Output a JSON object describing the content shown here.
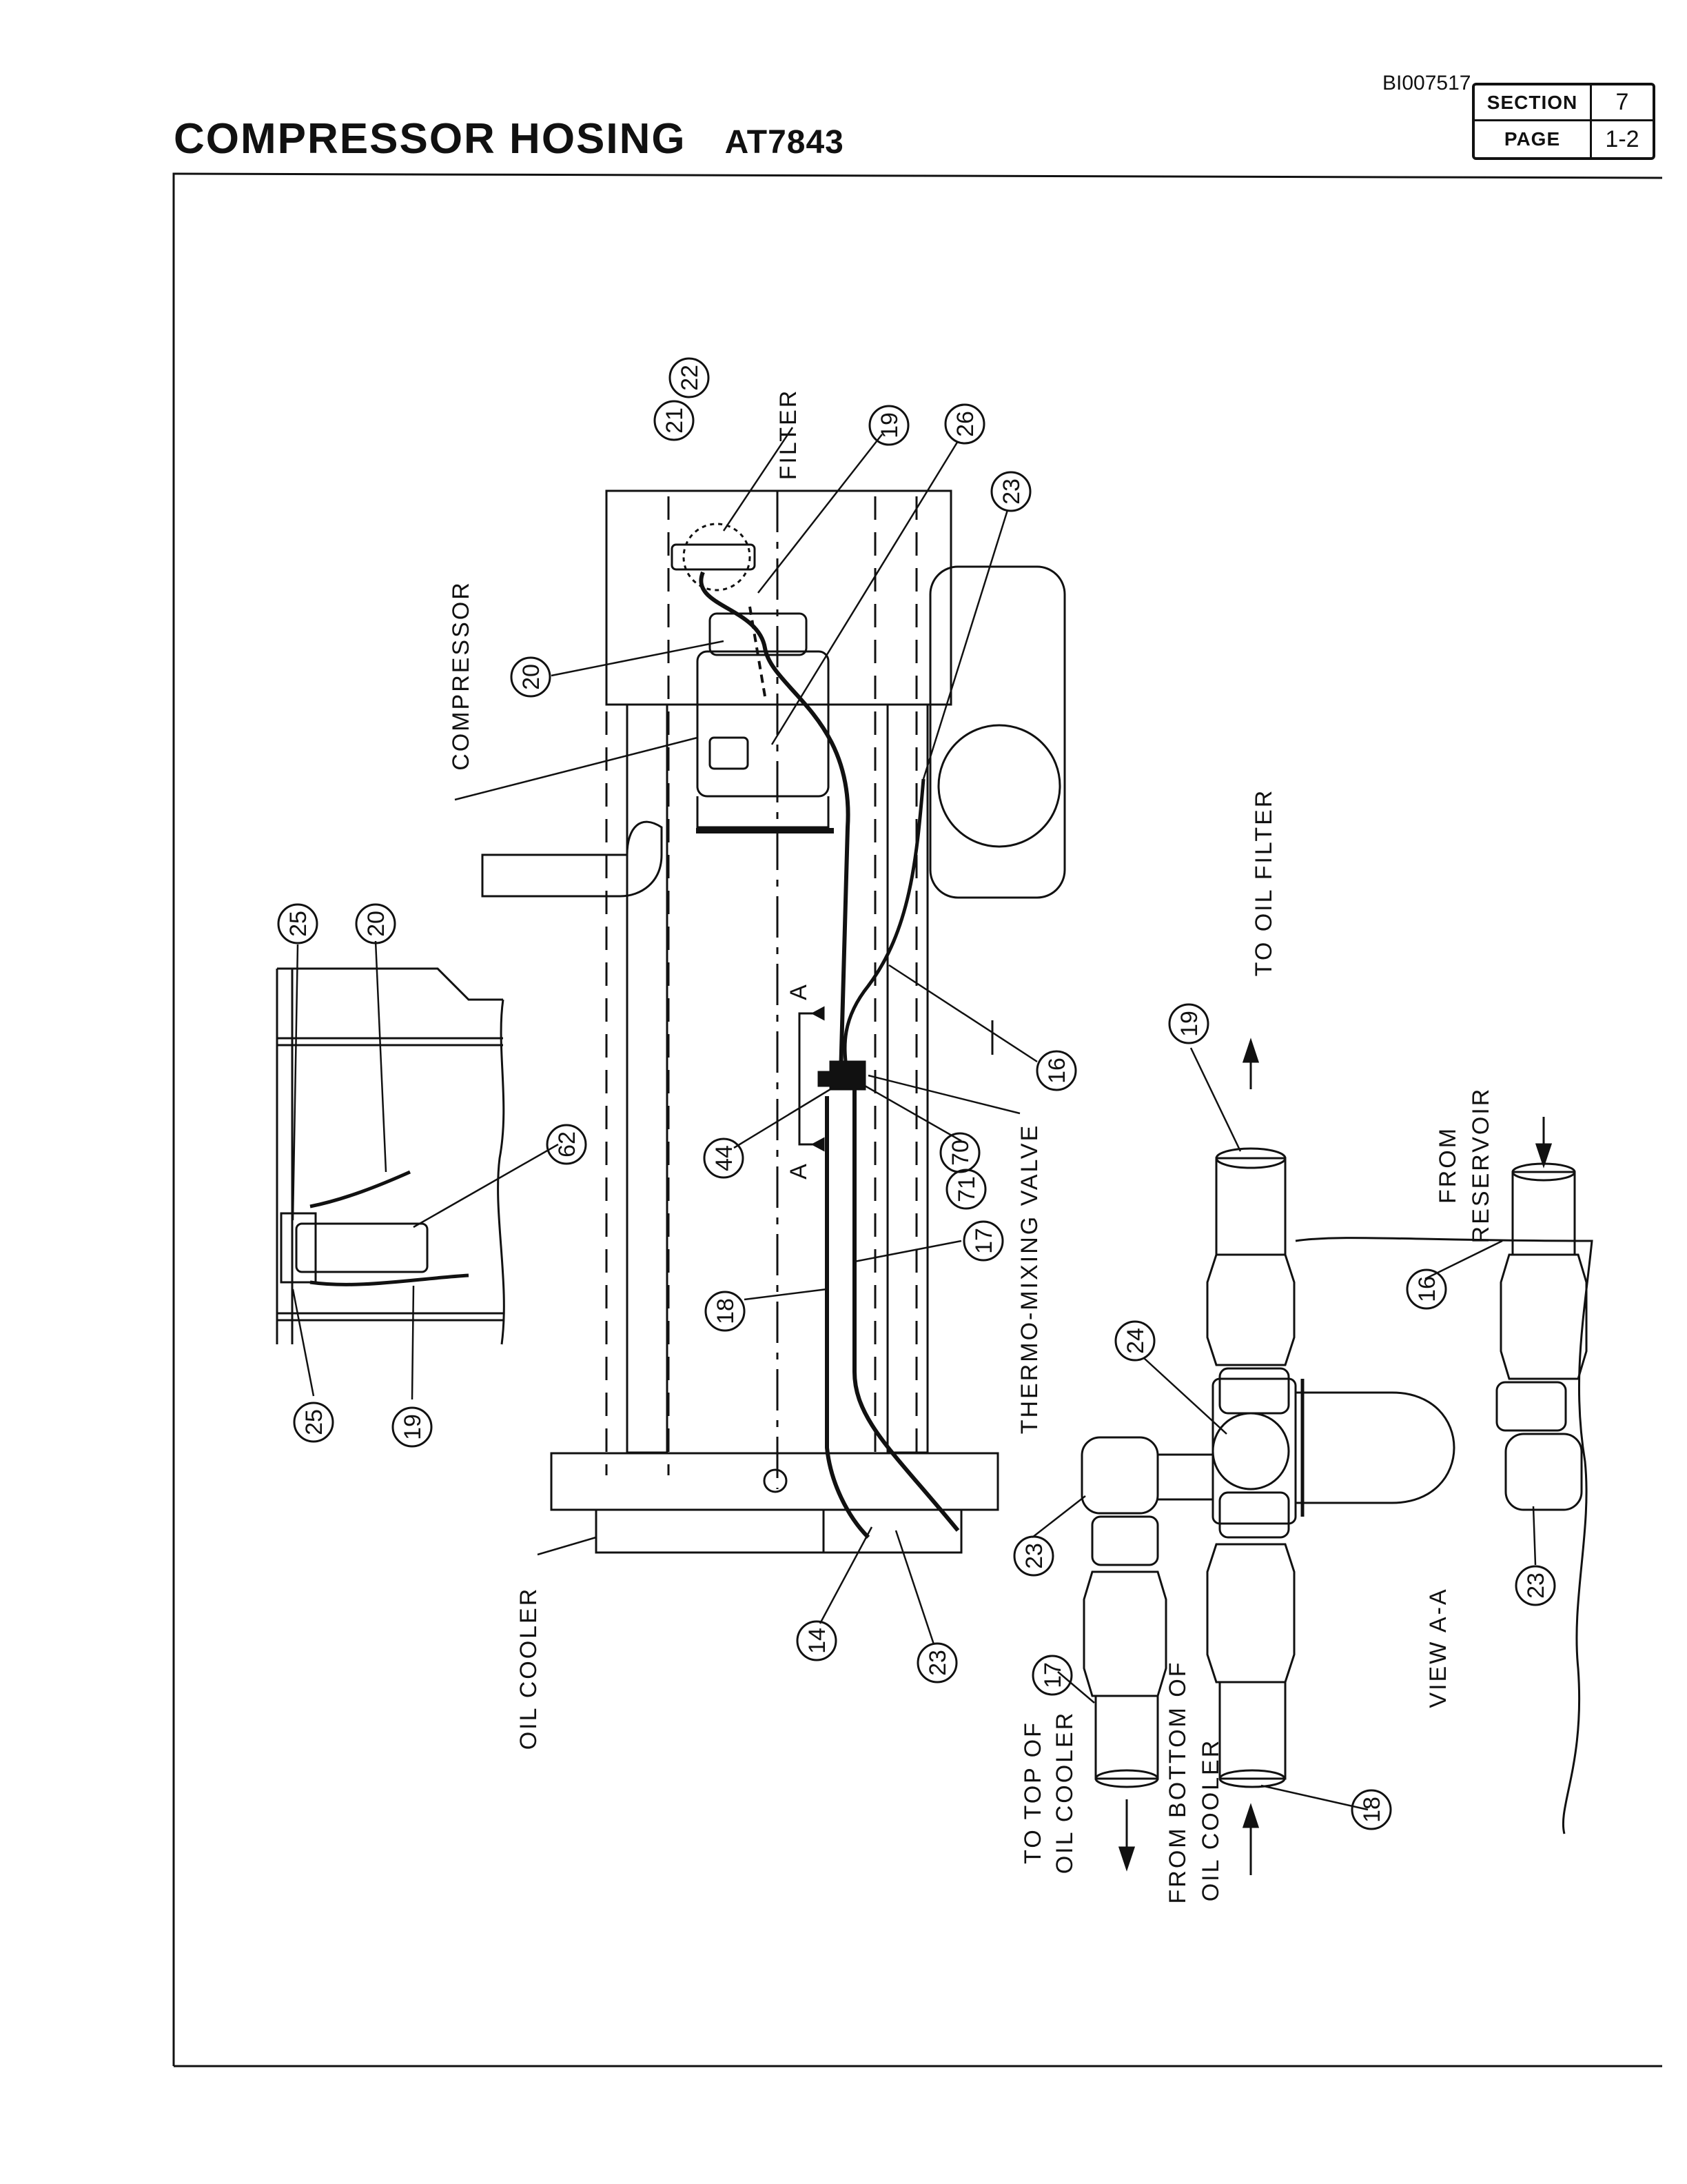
{
  "header": {
    "doc_id": "BI007517",
    "title": "COMPRESSOR HOSING",
    "model": "AT7843",
    "section_label": "SECTION",
    "section_value": "7",
    "page_label": "PAGE",
    "page_value": "1-2"
  },
  "labels": {
    "filter": "FILTER",
    "compressor": "COMPRESSOR",
    "oil_cooler": "OIL COOLER",
    "thermo_mixing_valve": "THERMO-MIXING VALVE",
    "to_oil_filter": "TO OIL FILTER",
    "from_reservoir_1": "FROM",
    "from_reservoir_2": "RESERVOIR",
    "to_top_1": "TO TOP OF",
    "to_top_2": "OIL COOLER",
    "from_bottom_1": "FROM BOTTOM OF",
    "from_bottom_2": "OIL COOLER",
    "view_aa": "VIEW A-A",
    "section_a": "A"
  },
  "callouts": {
    "c21": "21",
    "c22": "22",
    "c19": "19",
    "c26": "26",
    "c23": "23",
    "c20": "20",
    "c16": "16",
    "c44": "44",
    "c70": "70",
    "c71": "71",
    "c17": "17",
    "c18": "18",
    "c14": "14",
    "c25": "25",
    "c62": "62",
    "c24": "24"
  }
}
